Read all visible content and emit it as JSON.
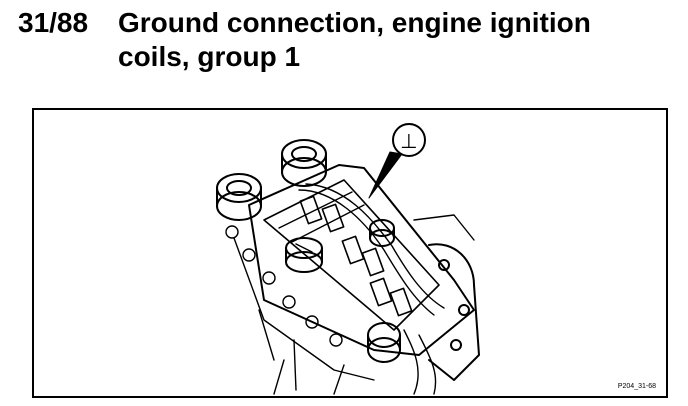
{
  "heading": {
    "number": "31/88",
    "title": "Ground connection, engine ignition coils, group 1"
  },
  "figure": {
    "callout_symbol": "⊥",
    "code": "P204_31-68"
  }
}
